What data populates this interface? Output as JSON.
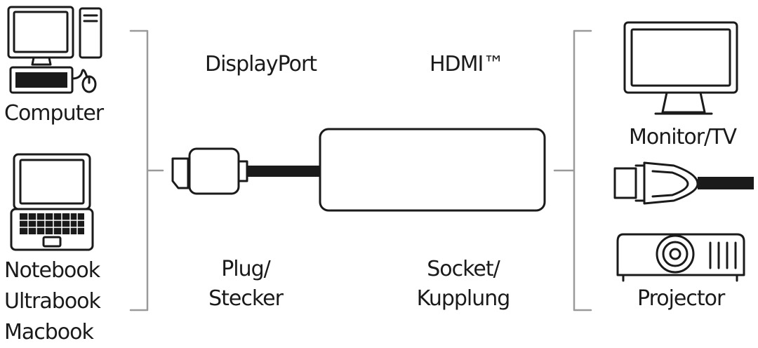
{
  "source_devices": {
    "computer_label": "Computer",
    "notebook_labels": [
      "Notebook",
      "Ultrabook",
      "Macbook"
    ]
  },
  "connectors": {
    "input_name": "DisplayPort",
    "output_name": "HDMI™",
    "input_gender_lines": [
      "Plug/",
      "Stecker"
    ],
    "output_gender_lines": [
      "Socket/",
      "Kupplung"
    ]
  },
  "target_devices": {
    "monitor_label": "Monitor/TV",
    "projector_label": "Projector"
  },
  "icons": [
    "computer-icon",
    "notebook-icon",
    "displayport-plug-icon",
    "adapter-body",
    "monitor-icon",
    "hdmi-plug-icon",
    "projector-icon"
  ],
  "colors": {
    "line": "#1a1a1a",
    "bracket": "#9a9a9a",
    "background": "#ffffff"
  }
}
